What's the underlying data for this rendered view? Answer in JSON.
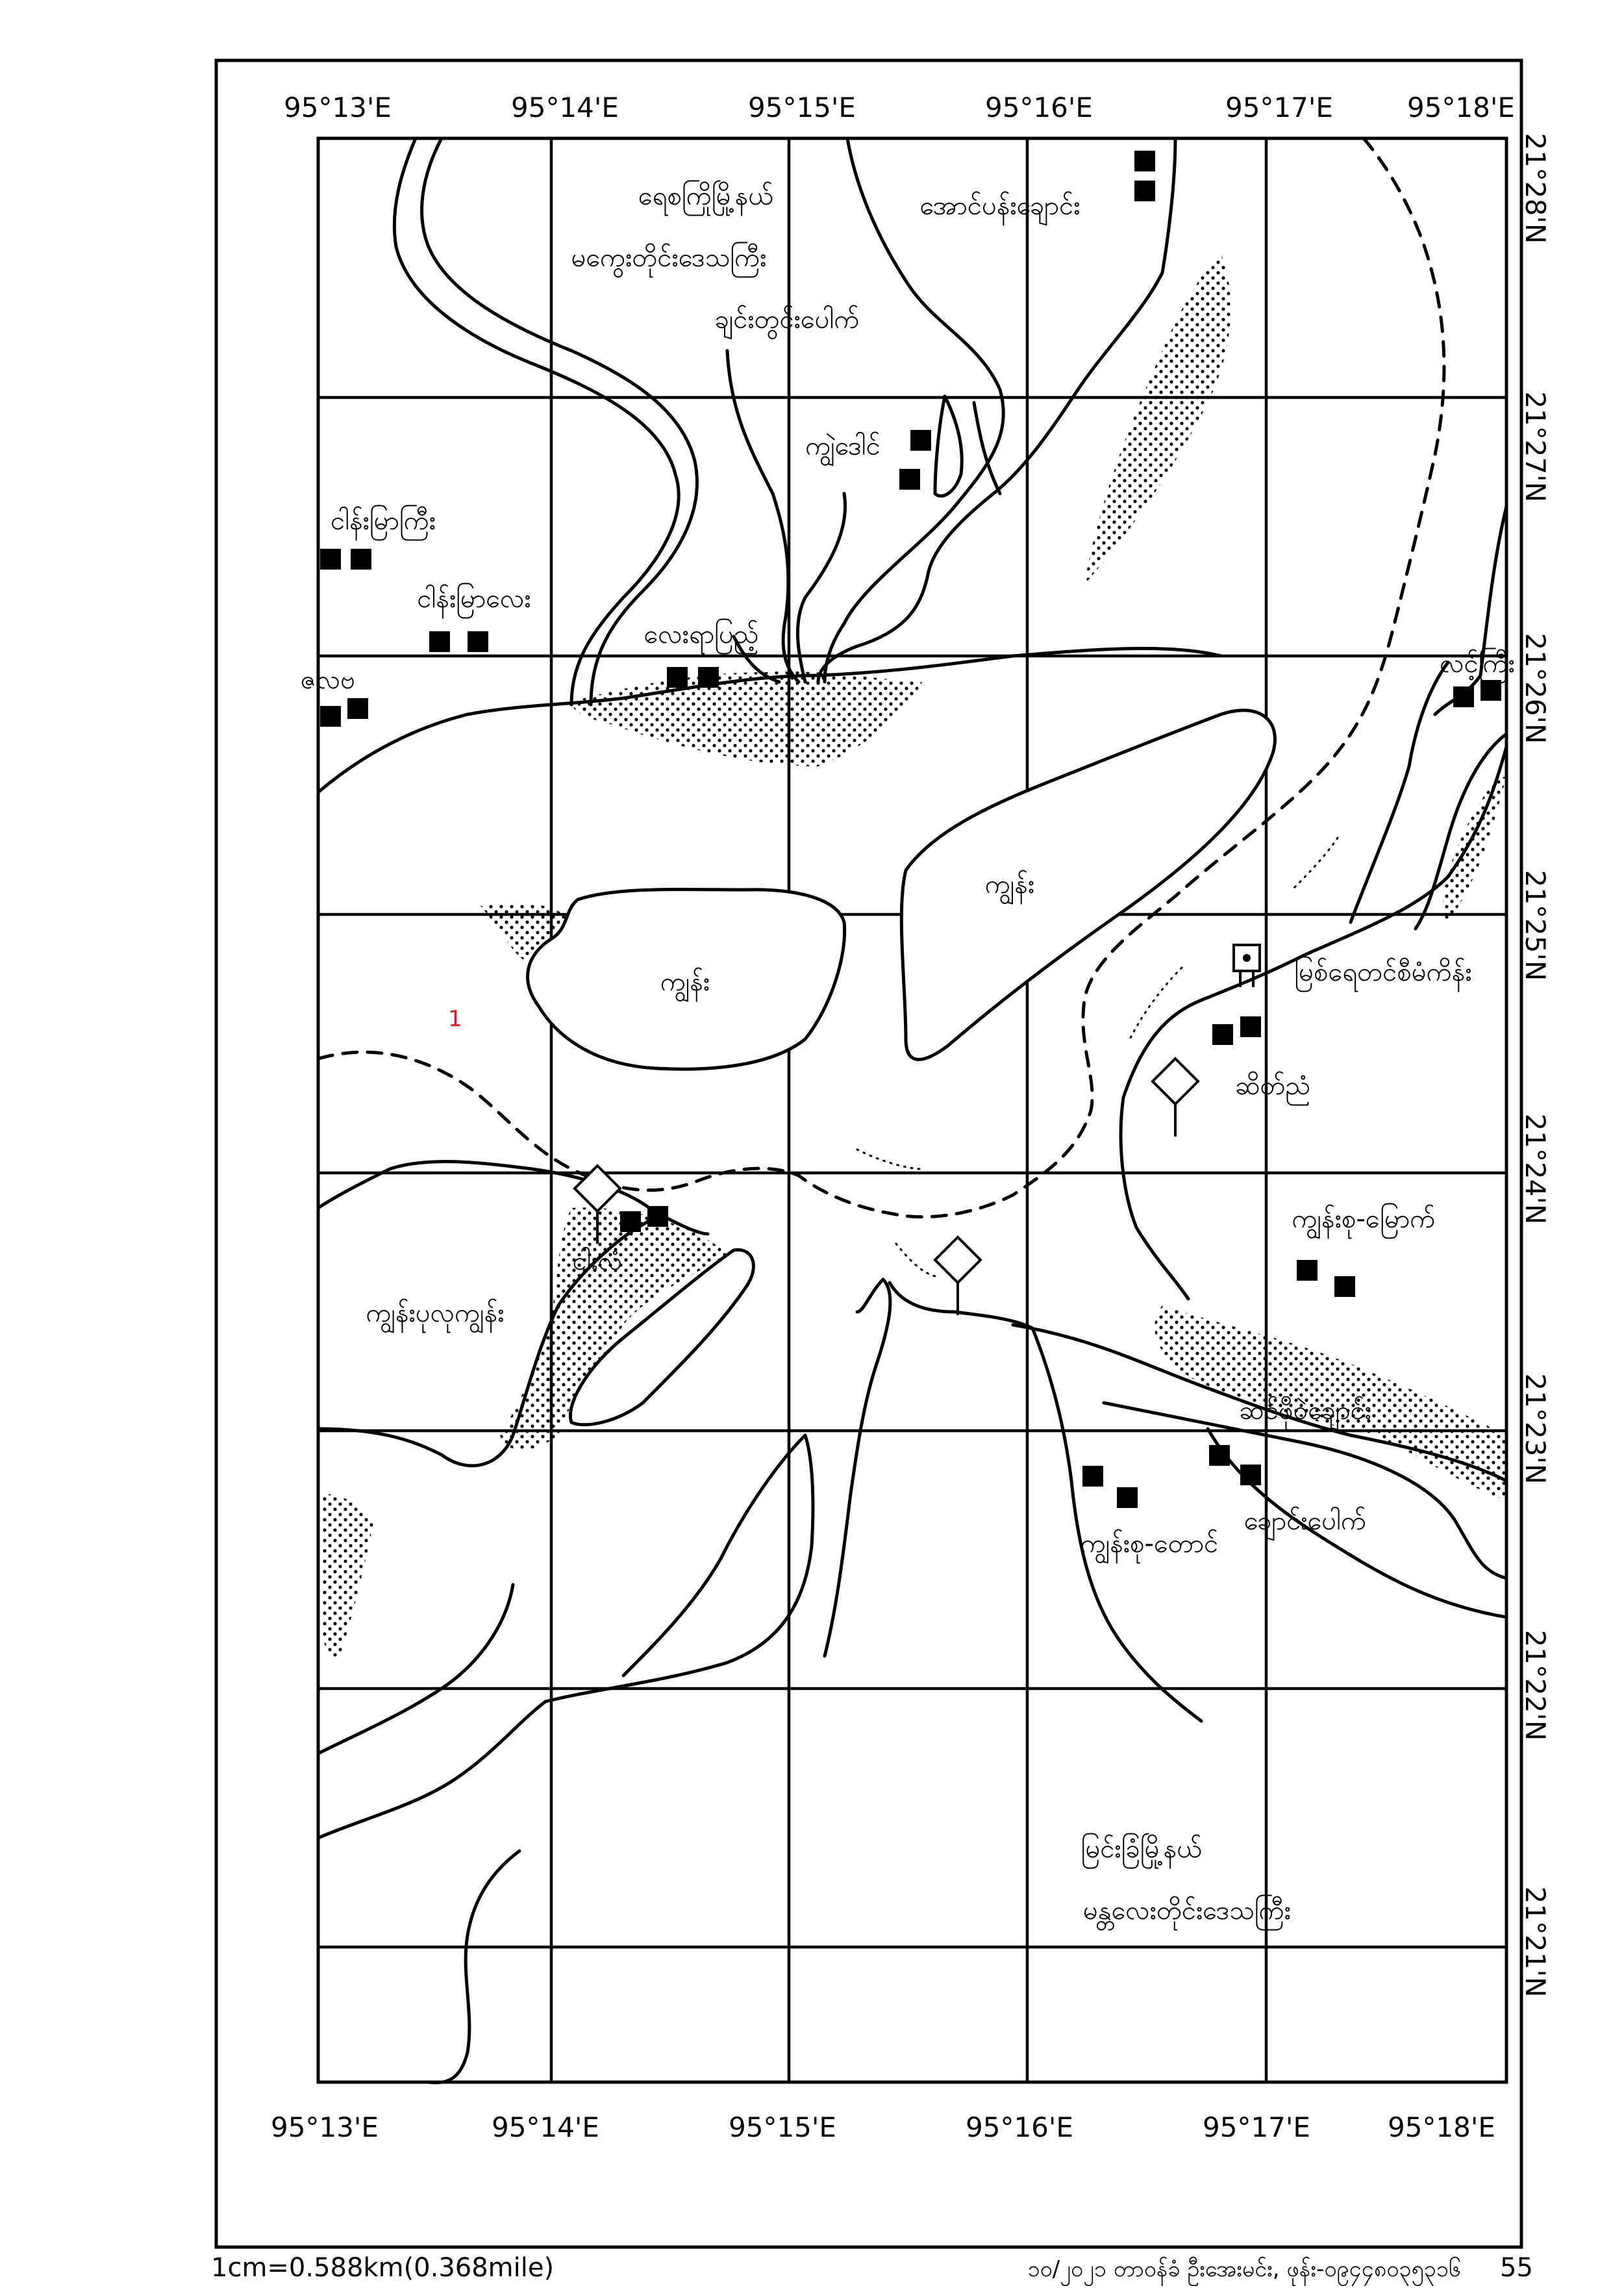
{
  "longitudes": [
    "95°13'E",
    "95°14'E",
    "95°15'E",
    "95°16'E",
    "95°17'E",
    "95°18'E"
  ],
  "latitudes": [
    "21°28'N",
    "21°27'N",
    "21°26'N",
    "21°25'N",
    "21°24'N",
    "21°23'N",
    "21°22'N",
    "21°21'N"
  ],
  "places": {
    "yaykyi_township": "ရေစကြိုမြို့နယ်",
    "magway_region": "မကွေးတိုင်းဒေသကြီး",
    "chin_twin_pauk": "ချင်းတွင်းပေါက်",
    "aung_pan_chaung": "အောင်ပန်းချောင်း",
    "kyun_daw_kin": "ကျွဲဒေါင်",
    "ngan_myar_gyi": "ငါန်းမြာကြီး",
    "ngan_myar_lay": "ငါန်းမြာလေး",
    "lay_ya_pyi": "လေးရာပြည့်",
    "zalwa": "ဇလဗ",
    "lin_kyi": "လင့်ကြီး",
    "kyun_1": "ကျွန်း",
    "kyun_2": "ကျွန်း",
    "myit_ye_station": "မြစ်ရေတင်စီမံကိန်း",
    "saik_ti": "ဆိတ်ညံ",
    "kyun_su_myauk": "ကျွန်းစု-မြောက်",
    "ngalone": "ငါးလံ",
    "kyun_pu_lu": "ကျွန်းပုလုကျွန်း",
    "sin_pho_chaung": "ဆင်ဖိုဝဲချောင်း",
    "chaung_pauk": "ချောင်းပေါက်",
    "kyun_su_taung": "ကျွန်းစု-တောင်",
    "myingyan_township": "မြင်းခြံမြို့နယ်",
    "mandalay_region": "မန္တလေးတိုင်းဒေသကြီး"
  },
  "footer": {
    "scale": "1cm=0.588km(0.368mile)",
    "credit": "၁၀/၂၀၂၁ တာဝန်ခံ ဦးအေးမင်း, ဖုန်း-၀၉၄၄၈၀၃၅၃၁၆",
    "page_number": "55"
  },
  "colors": {
    "ink": "#000000",
    "route_marker": "#e01b1b"
  },
  "icons": {
    "village": "filled-square",
    "pagoda": "diamond-on-stalk",
    "pump_station": "square-with-dot"
  },
  "route_marker": "1"
}
